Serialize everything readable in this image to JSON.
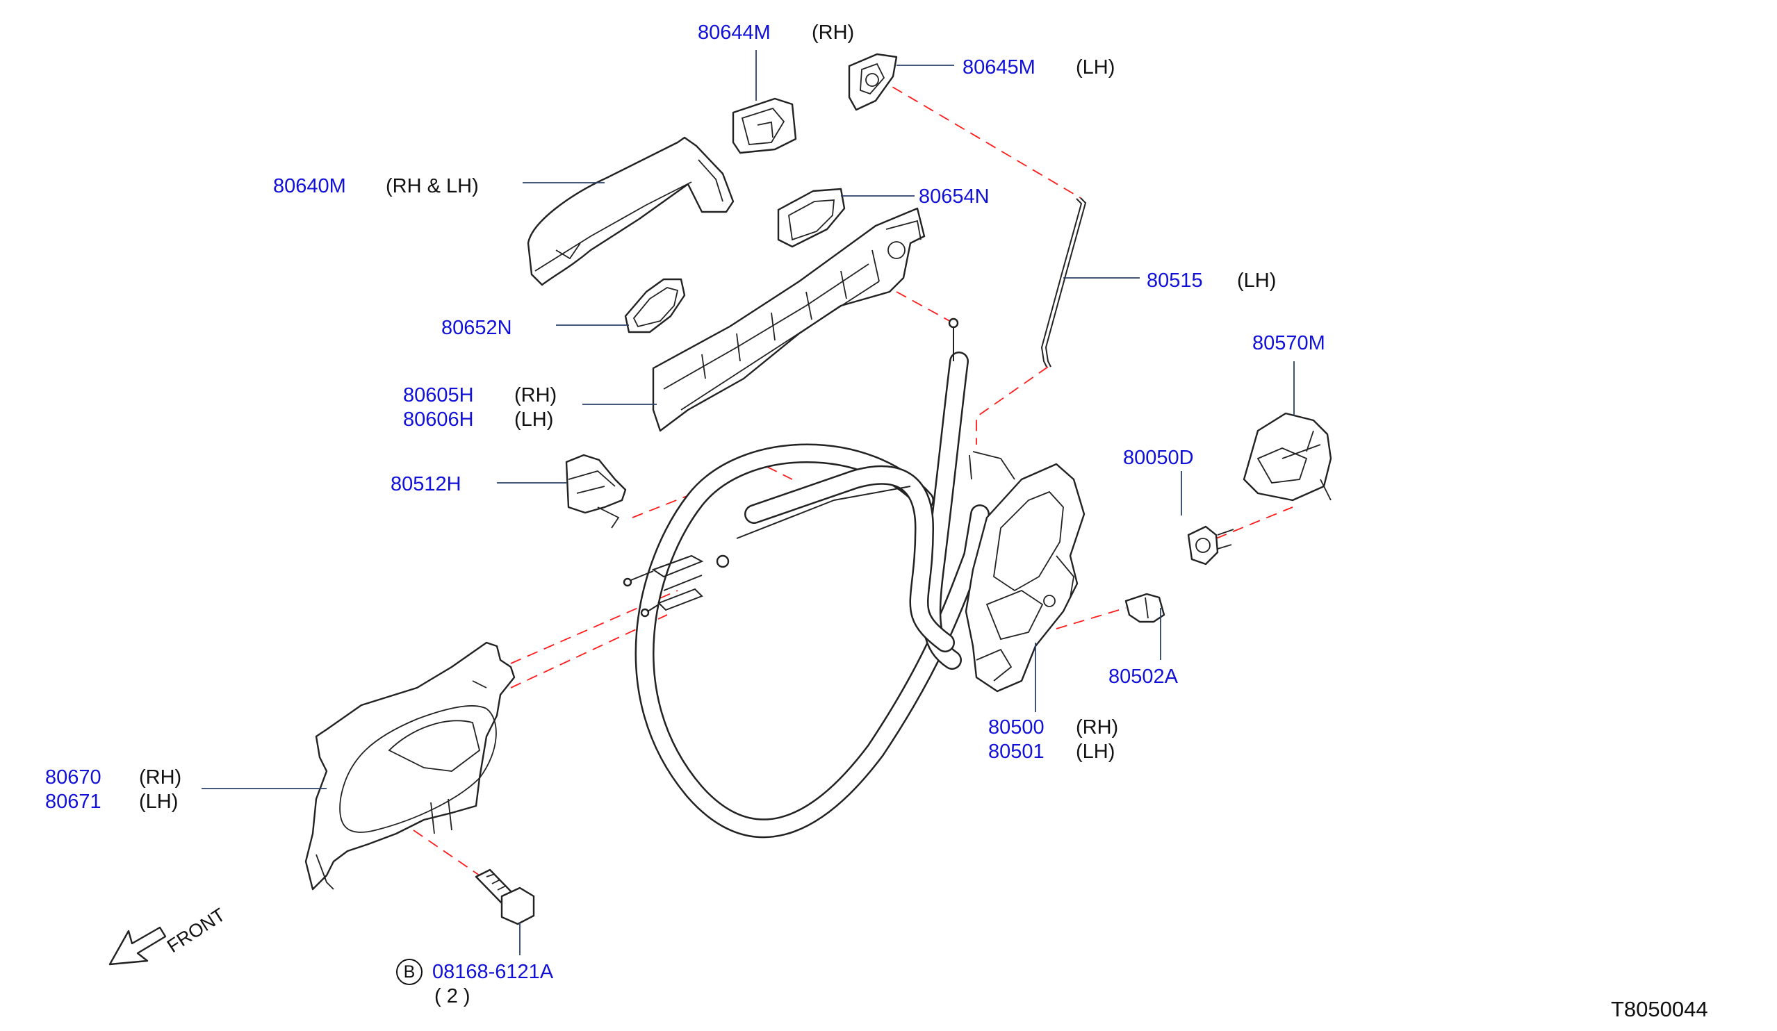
{
  "parts": [
    {
      "id": "p80644M",
      "number": "80644M",
      "side": "(RH)"
    },
    {
      "id": "p80645M",
      "number": "80645M",
      "side": "(LH)"
    },
    {
      "id": "p80640M",
      "number": "80640M",
      "side": "(RH  &  LH)"
    },
    {
      "id": "p80654N",
      "number": "80654N",
      "side": ""
    },
    {
      "id": "p80515",
      "number": "80515",
      "side": "(LH)"
    },
    {
      "id": "p80652N",
      "number": "80652N",
      "side": ""
    },
    {
      "id": "p80570M",
      "number": "80570M",
      "side": ""
    },
    {
      "id": "p80605H",
      "number": "80605H",
      "side": "(RH)"
    },
    {
      "id": "p80606H",
      "number": "80606H",
      "side": "(LH)"
    },
    {
      "id": "p80050D",
      "number": "80050D",
      "side": ""
    },
    {
      "id": "p80512H",
      "number": "80512H",
      "side": ""
    },
    {
      "id": "p80502A",
      "number": "80502A",
      "side": ""
    },
    {
      "id": "p80500",
      "number": "80500",
      "side": "(RH)"
    },
    {
      "id": "p80501",
      "number": "80501",
      "side": "(LH)"
    },
    {
      "id": "p80670",
      "number": "80670",
      "side": "(RH)"
    },
    {
      "id": "p80671",
      "number": "80671",
      "side": "(LH)"
    }
  ],
  "bolt": {
    "circle_letter": "B",
    "number": "08168-6121A",
    "quantity": "(  2  )"
  },
  "front_label": "FRONT",
  "diagram_ref": "T8050044",
  "colors": {
    "part_number": "#1010d8",
    "text": "#111111",
    "leader": "#2a3f6a",
    "dashed_line": "#ff1a1a",
    "outline": "#222222"
  }
}
